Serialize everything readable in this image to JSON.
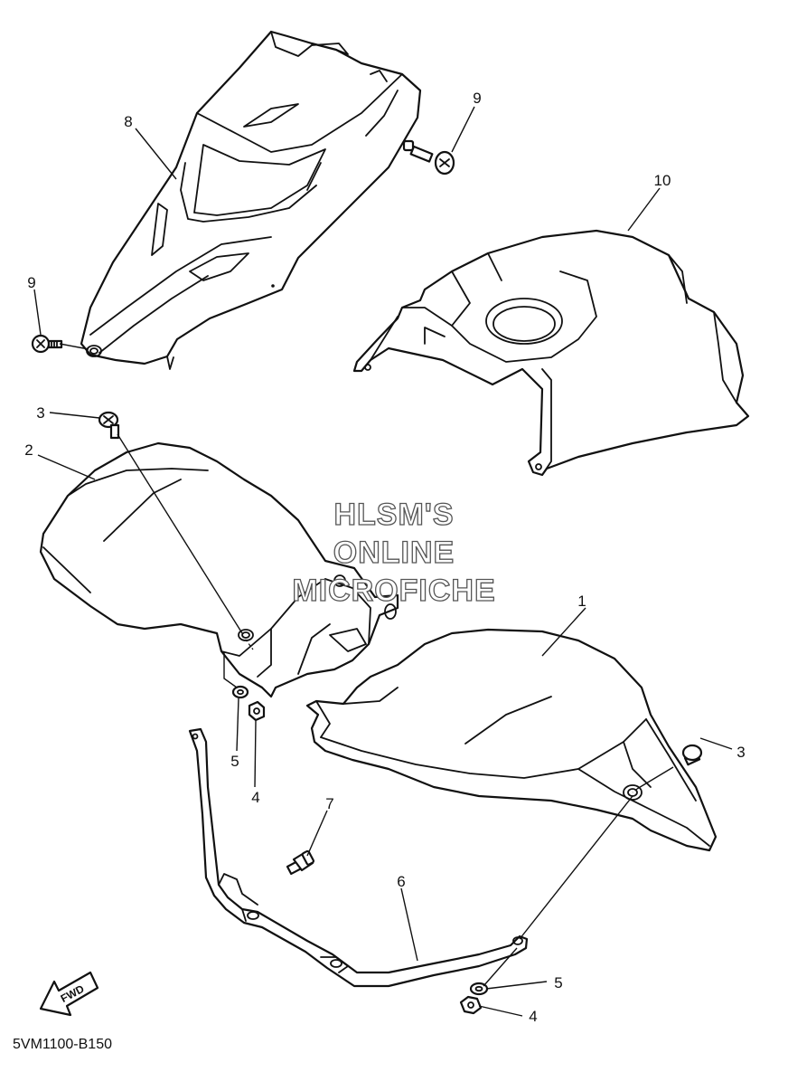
{
  "diagram": {
    "part_code": "5VM1100-B150",
    "watermark": [
      "HLSM'S",
      "ONLINE",
      "MICROFICHE"
    ],
    "fwd_label": "FWD",
    "callouts": [
      {
        "id": "c1",
        "label": "1"
      },
      {
        "id": "c2",
        "label": "2"
      },
      {
        "id": "c3a",
        "label": "3"
      },
      {
        "id": "c3b",
        "label": "3"
      },
      {
        "id": "c4a",
        "label": "4"
      },
      {
        "id": "c4b",
        "label": "4"
      },
      {
        "id": "c5a",
        "label": "5"
      },
      {
        "id": "c5b",
        "label": "5"
      },
      {
        "id": "c6",
        "label": "6"
      },
      {
        "id": "c7",
        "label": "7"
      },
      {
        "id": "c8",
        "label": "8"
      },
      {
        "id": "c9a",
        "label": "9"
      },
      {
        "id": "c9b",
        "label": "9"
      },
      {
        "id": "c10",
        "label": "10"
      }
    ]
  }
}
